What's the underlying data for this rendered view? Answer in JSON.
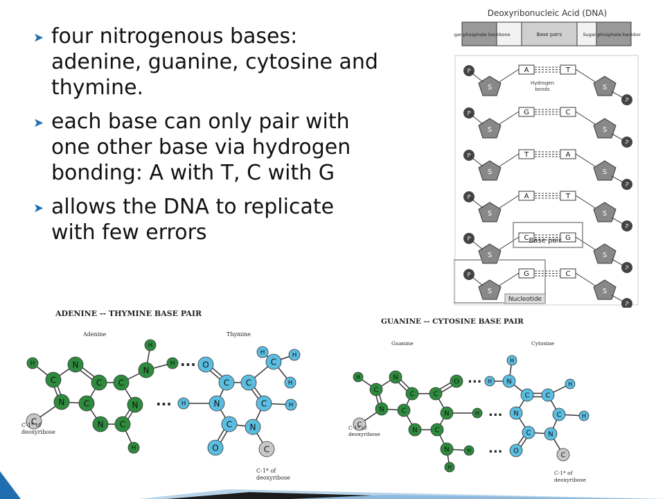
{
  "slide": {
    "bullets": [
      {
        "line1": "four nitrogenous bases:",
        "line2": "adenine, guanine, cytosine and",
        "line3": "thymine."
      },
      {
        "line1": "each base can only pair with",
        "line2": "one other base via hydrogen",
        "line3": "bonding: A with T, C with G"
      },
      {
        "line1": "allows the DNA to replicate",
        "line2": "with few errors"
      }
    ]
  },
  "dna": {
    "title": "Deoxyribonucleic Acid (DNA)",
    "legend_left": "Sugar-phosphate backbone",
    "legend_center": "Base pairs",
    "legend_right": "Sugar-phosphate backbone",
    "hydrogen_bonds": "Hydrogen bonds",
    "base_pair": "Base pair",
    "nucleotide": "Nucleotide",
    "phosphate": "P",
    "sugar": "S",
    "pairs": [
      [
        "A",
        "T"
      ],
      [
        "G",
        "C"
      ],
      [
        "T",
        "A"
      ],
      [
        "A",
        "T"
      ],
      [
        "C",
        "G"
      ],
      [
        "G",
        "C"
      ]
    ]
  },
  "at": {
    "title": "ADENINE -- THYMINE BASE PAIR",
    "left_label": "Adenine",
    "right_label": "Thymine",
    "left_c1": "C-1* of",
    "left_c1b": "deoxyribose",
    "right_c1": "C-1* of",
    "right_c1b": "deoxyribose"
  },
  "gc": {
    "title": "GUANINE -- CYTOSINE BASE PAIR",
    "left_label": "Guanine",
    "right_label": "Cytosine",
    "left_c1": "C-1* of",
    "left_c1b": "deoxyribose",
    "right_c1": "C-1* of",
    "right_c1b": "deoxyribose"
  },
  "colors": {
    "purine": "#2e8b3e",
    "pyrimidine": "#5bbde0",
    "carbon1": "#c8c8c8",
    "accent": "#1f6fb0"
  }
}
